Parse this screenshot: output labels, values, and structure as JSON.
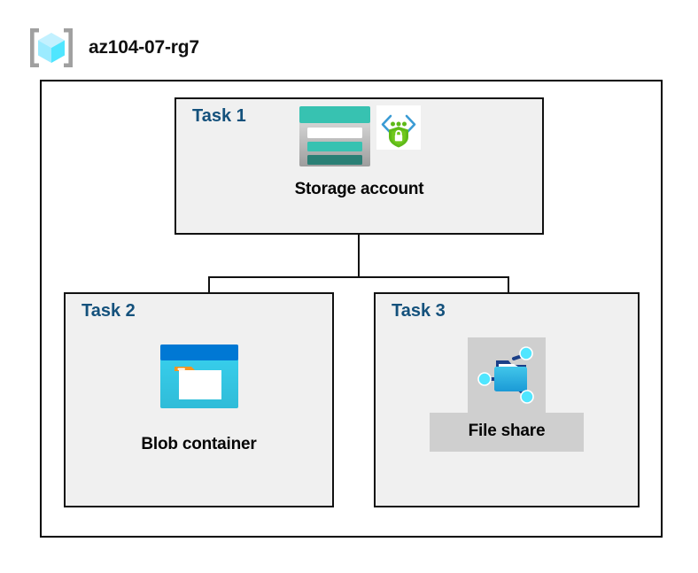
{
  "resource_group": {
    "name": "az104-07-rg7",
    "icon": "resource-group-cube-icon"
  },
  "diagram": {
    "type": "hierarchy",
    "root": "Storage account",
    "children": [
      "Blob container",
      "File share"
    ]
  },
  "tasks": [
    {
      "id": "task-1",
      "label": "Task 1",
      "node_caption": "Storage account",
      "icons": [
        "storage-account-icon",
        "secure-endpoint-shield-icon"
      ]
    },
    {
      "id": "task-2",
      "label": "Task 2",
      "node_caption": "Blob container",
      "icons": [
        "blob-container-icon"
      ]
    },
    {
      "id": "task-3",
      "label": "Task 3",
      "node_caption": "File share",
      "icons": [
        "file-share-icon"
      ]
    }
  ],
  "colors": {
    "task_label": "#14517c",
    "task_box_fill": "#f0f0f0",
    "box_border": "#111111",
    "cube_cyan": "#50e6ff",
    "storage_teal": "#37c2b1",
    "storage_teal_dark": "#2a7f75",
    "blob_blue": "#0078d4",
    "blob_cyan": "#32bedd",
    "blob_orange": "#f7941e",
    "shield_green": "#5eb918",
    "fileshare_plate": "#cfcfcf"
  }
}
